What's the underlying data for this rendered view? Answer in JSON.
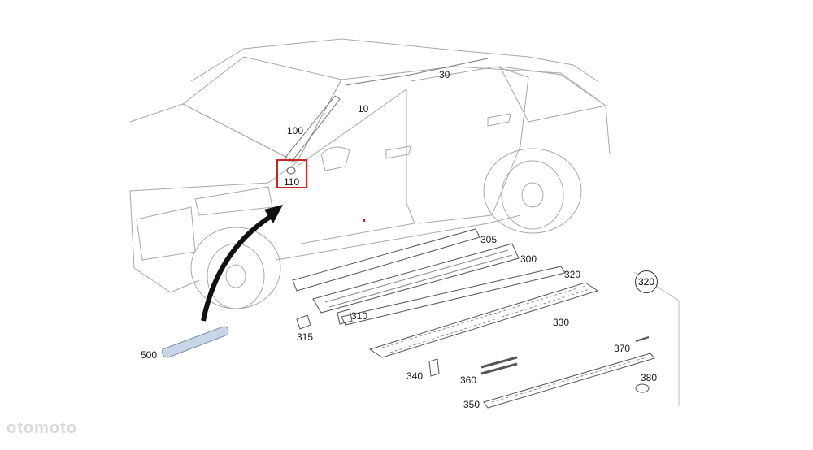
{
  "diagram": {
    "callouts": {
      "c10": "10",
      "c30": "30",
      "c100": "100",
      "c110": "110",
      "c300": "300",
      "c305": "305",
      "c310": "310",
      "c315": "315",
      "c320": "320",
      "c320_circled": "320",
      "c330": "330",
      "c340": "340",
      "c350": "350",
      "c360": "360",
      "c370": "370",
      "c380": "380",
      "c500": "500"
    },
    "watermark": "otomoto",
    "colors": {
      "line": "#9e9e9e",
      "highlight": "#c62828",
      "arrow": "#111111",
      "part_500": "#c9d6e8"
    }
  }
}
